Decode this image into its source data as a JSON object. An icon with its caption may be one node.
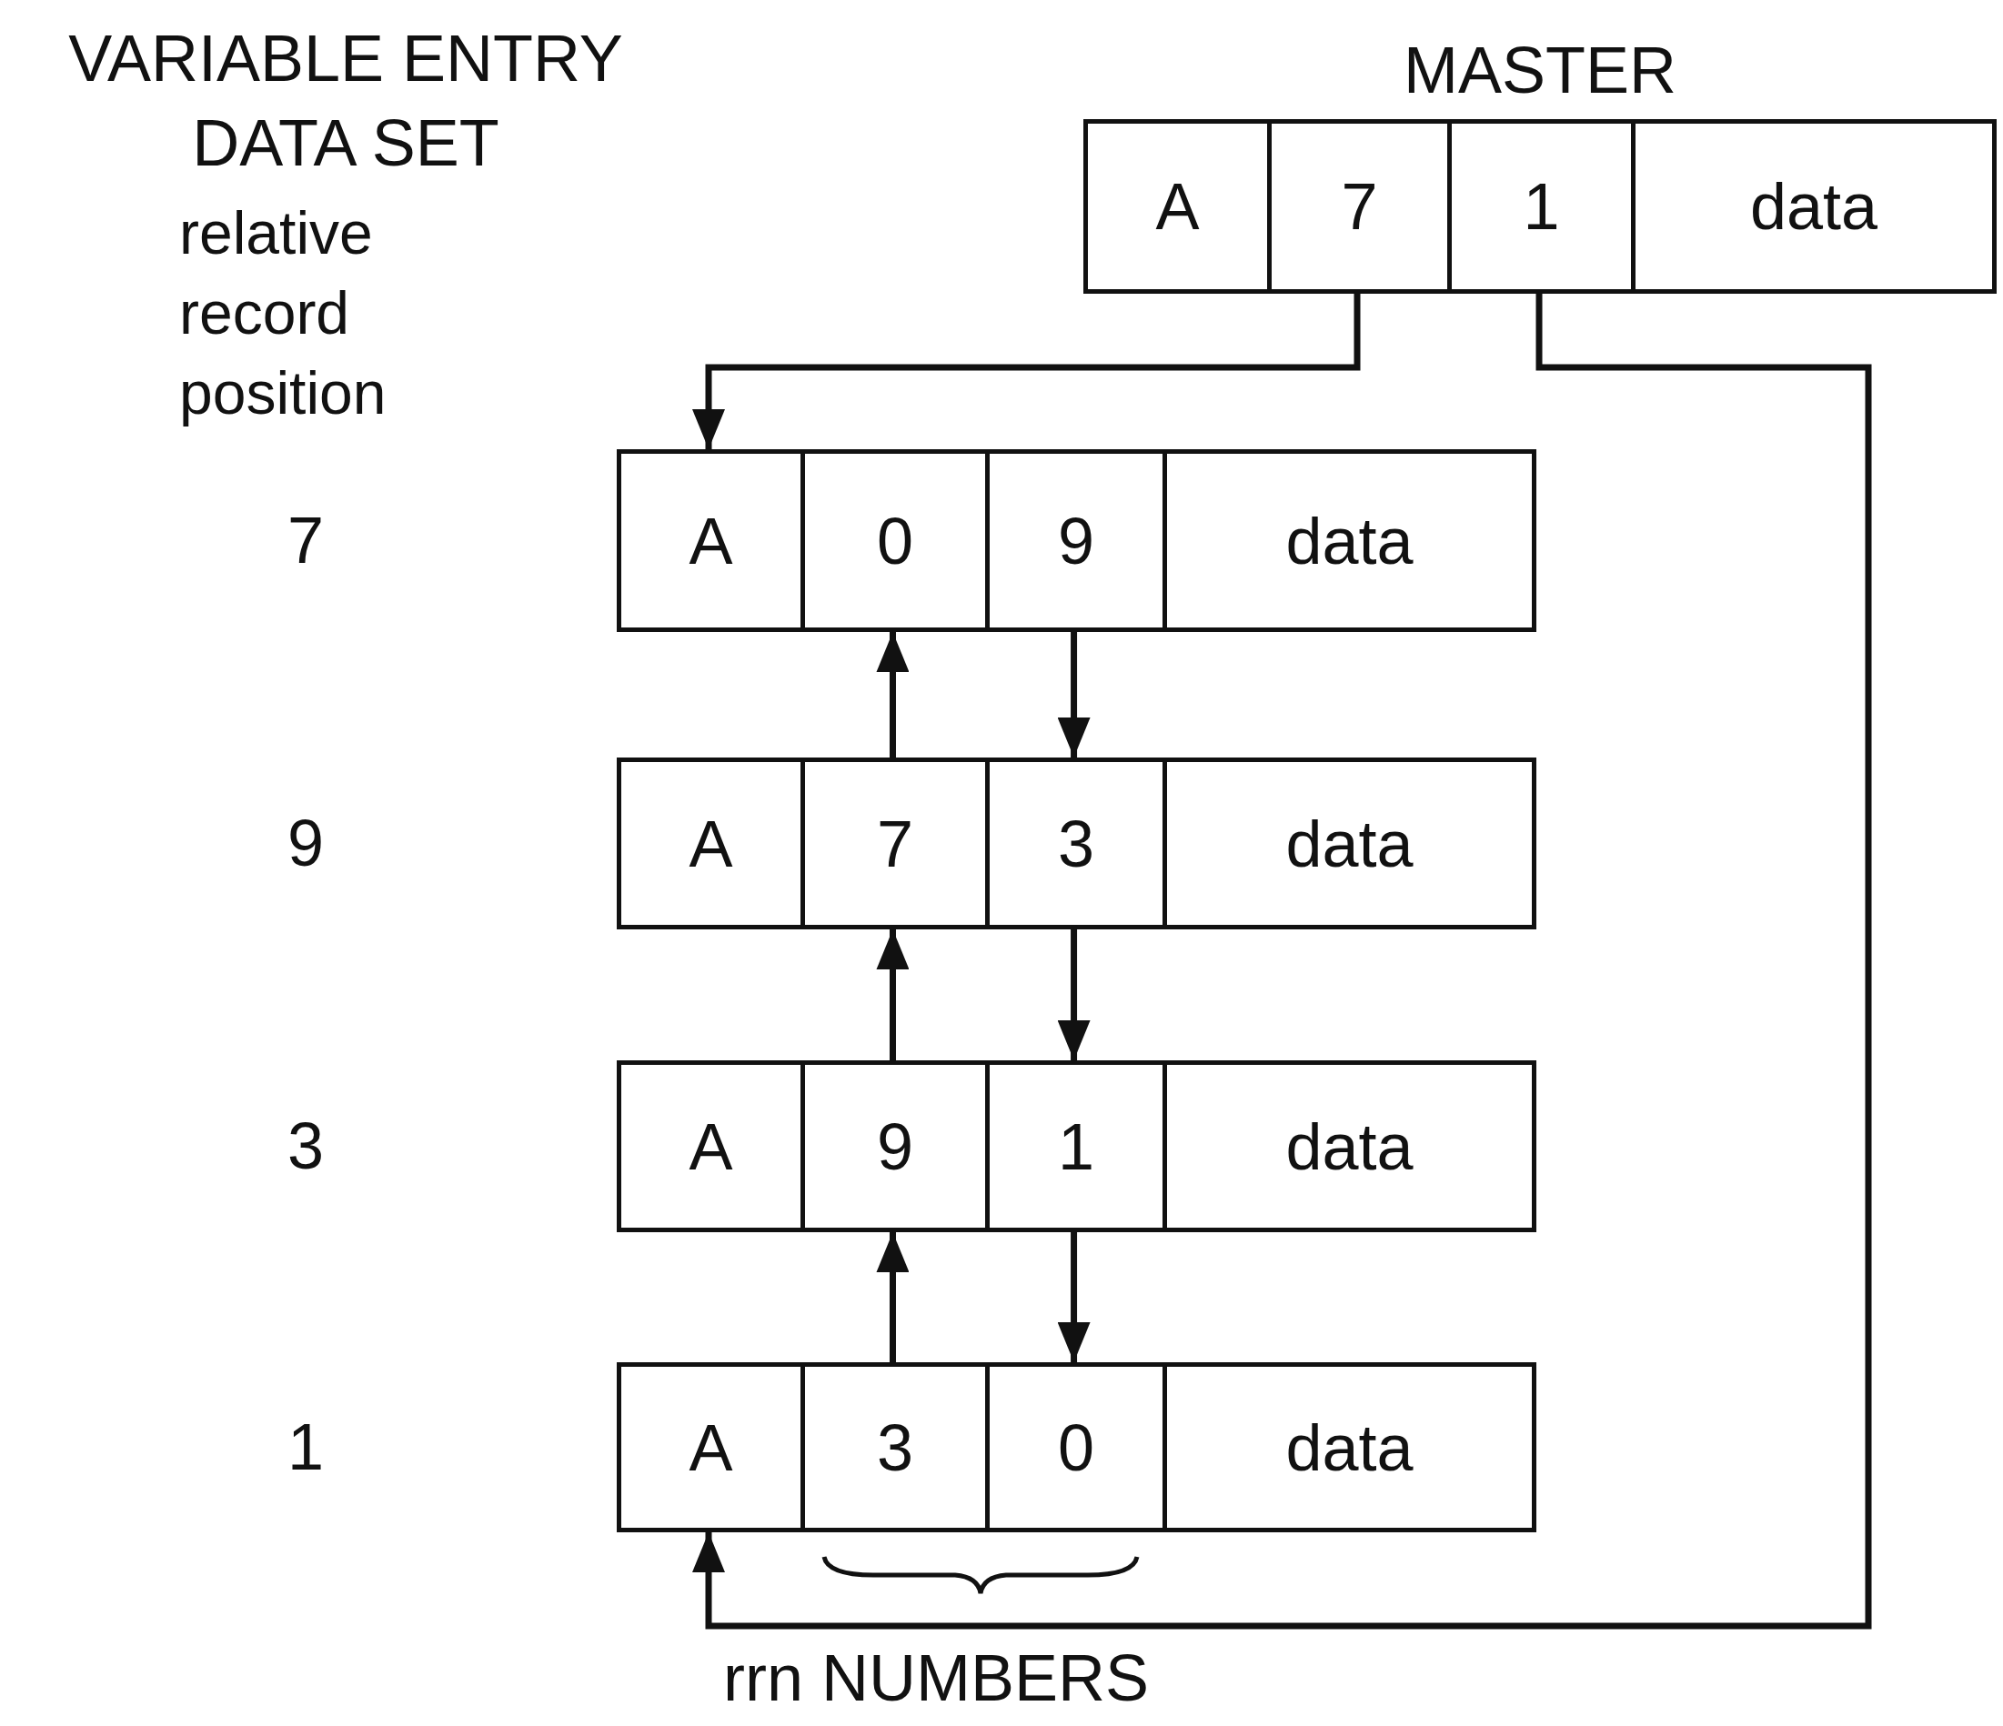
{
  "diagram": {
    "nodes": [
      {
        "text": [
          "MASTER"
        ]
      },
      {
        "text": [
          "A"
        ],
        "in": 0
      },
      {
        "text": [
          "7"
        ],
        "in": 0
      },
      {
        "text": [
          "1"
        ],
        "in": 0
      },
      {
        "text": [
          "data"
        ],
        "in": 0
      },
      {
        "text": [],
        "shape": "box"
      },
      {
        "text": [
          "A"
        ],
        "in": 5
      },
      {
        "text": [
          "0"
        ],
        "in": 5
      },
      {
        "text": [
          "9"
        ],
        "in": 5
      },
      {
        "text": [
          "data"
        ],
        "in": 5
      },
      {
        "text": [],
        "shape": "box"
      },
      {
        "text": [
          "A"
        ],
        "in": 10
      },
      {
        "text": [
          "7"
        ],
        "in": 10
      },
      {
        "text": [
          "3"
        ],
        "in": 10
      },
      {
        "text": [
          "data"
        ],
        "in": 10
      },
      {
        "text": [],
        "shape": "box"
      },
      {
        "text": [
          "A"
        ],
        "in": 15
      },
      {
        "text": [
          "9"
        ],
        "in": 15
      },
      {
        "text": [
          "1"
        ],
        "in": 15
      },
      {
        "text": [
          "data"
        ],
        "in": 15
      },
      {
        "text": [],
        "shape": "box"
      },
      {
        "text": [
          "A"
        ],
        "in": 20
      },
      {
        "text": [
          "3"
        ],
        "in": 20
      },
      {
        "text": [
          "0"
        ],
        "in": 20
      },
      {
        "text": [
          "data"
        ],
        "in": 20
      }
    ],
    "edges": [
      {
        "from": 2,
        "to": 5,
        "arrow": "to"
      },
      {
        "from": 3,
        "to": 20,
        "arrow": "to"
      },
      {
        "from": 8,
        "to": 10,
        "arrow": "to"
      },
      {
        "from": 13,
        "to": 15,
        "arrow": "to"
      },
      {
        "from": 18,
        "to": 20,
        "arrow": "to"
      },
      {
        "from": 12,
        "to": 5,
        "arrow": "to"
      },
      {
        "from": 17,
        "to": 10,
        "arrow": "to"
      },
      {
        "from": 22,
        "to": 15,
        "arrow": "to"
      }
    ],
    "labels": [
      "VARIABLE ENTRY DATA SET",
      "relative record position",
      "7",
      "9",
      "3",
      "1",
      "rrn NUMBERS"
    ]
  }
}
